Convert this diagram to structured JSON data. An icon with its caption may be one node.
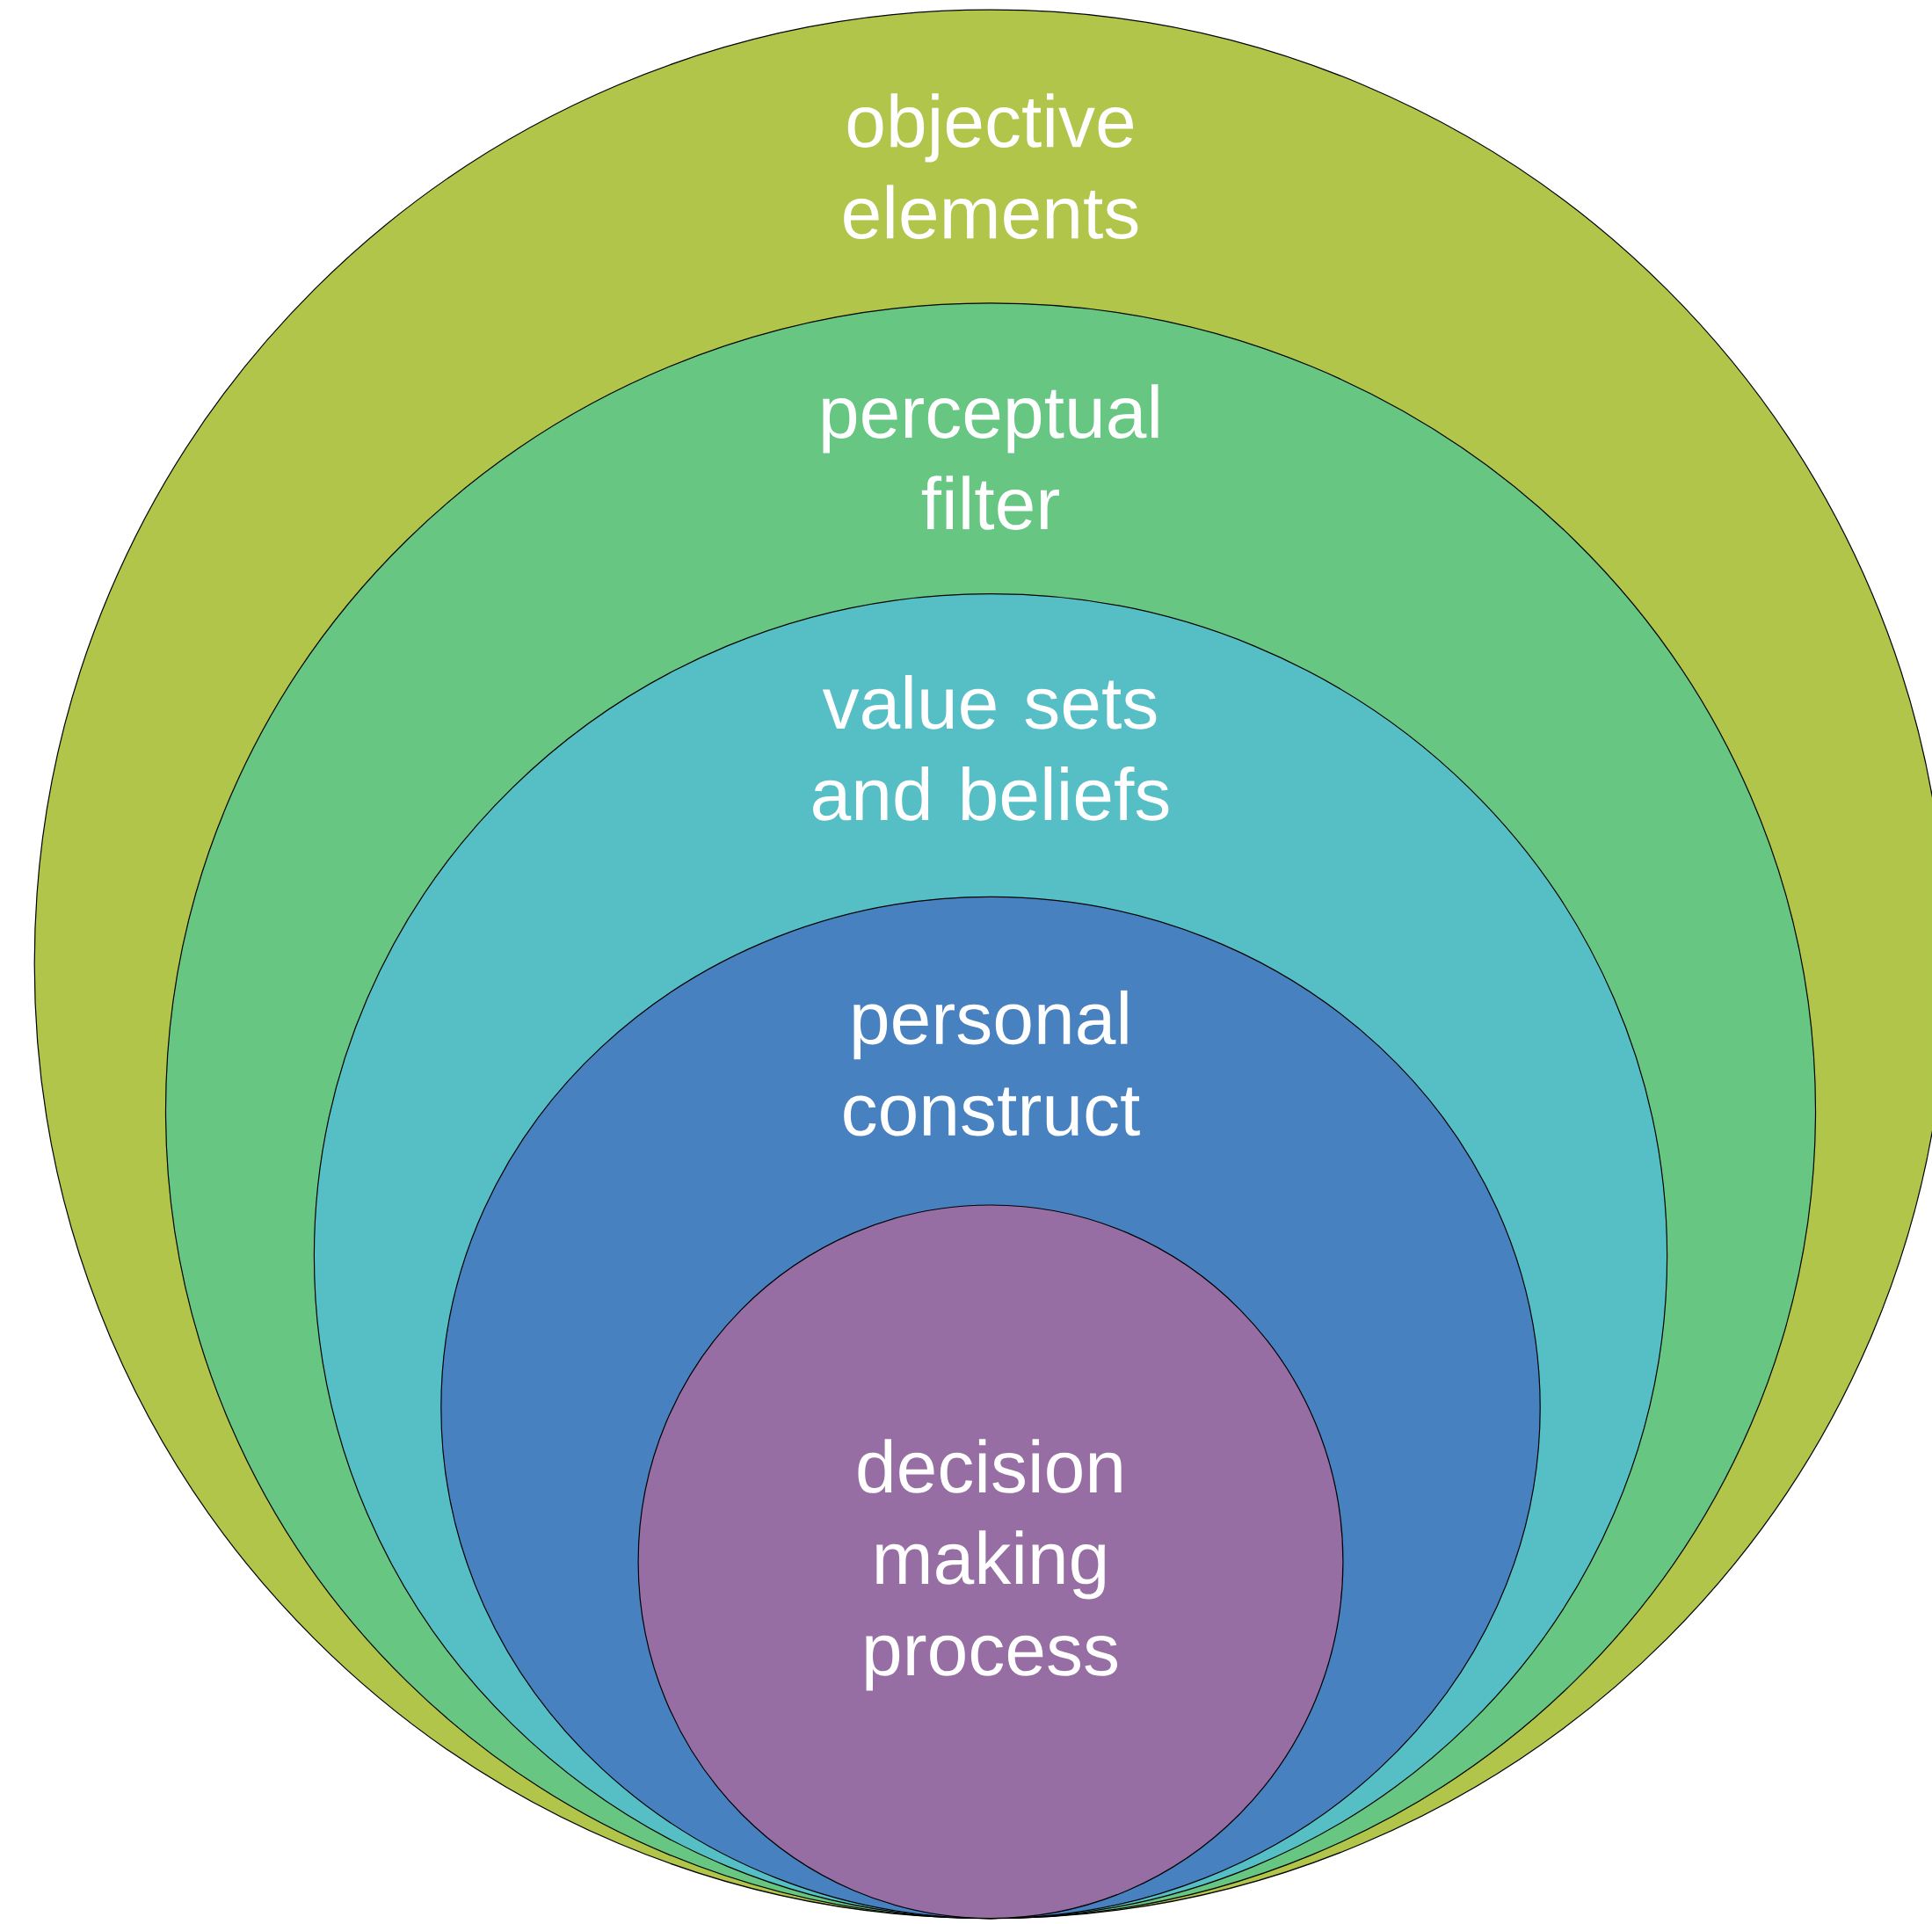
{
  "diagram": {
    "nodes": [
      {
        "text": [
          "objective elements"
        ]
      },
      {
        "text": [
          "perceptual filter"
        ],
        "in": 0
      },
      {
        "text": [
          "value sets and beliefs"
        ],
        "in": 1
      },
      {
        "text": [
          "personal construct"
        ],
        "in": 2
      },
      {
        "text": [
          "decision making process"
        ],
        "in": 3
      }
    ]
  }
}
